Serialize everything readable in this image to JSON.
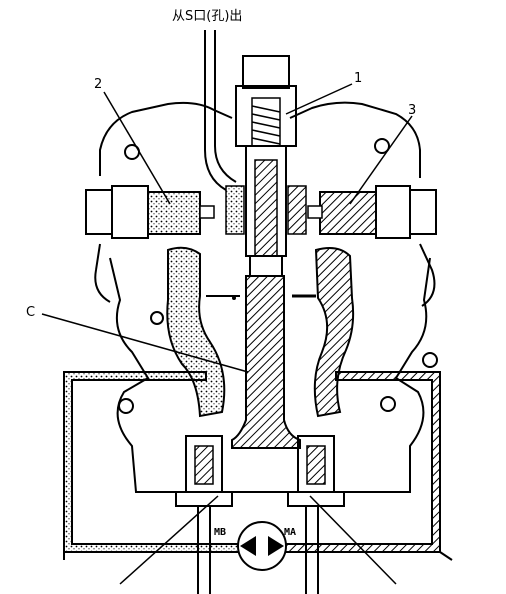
{
  "title": "从S口(孔)出",
  "callouts": {
    "c1": "1",
    "c2": "2",
    "c3": "3",
    "cC": "C"
  },
  "motor": {
    "left_port": "MB",
    "right_port": "MA"
  },
  "colors": {
    "line": "#000000",
    "background": "#ffffff"
  }
}
